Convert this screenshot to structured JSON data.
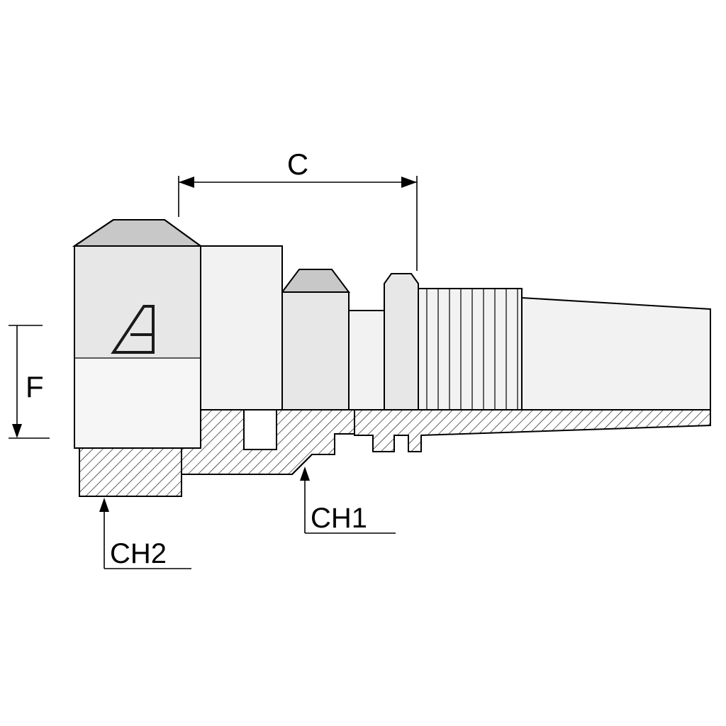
{
  "annotations": {
    "c": "C",
    "f": "F",
    "ch1": "CH1",
    "ch2": "CH2"
  },
  "colors": {
    "background": "#ffffff",
    "outline": "#000000",
    "hatch": "#111111",
    "metal_light": "#f2f2f2",
    "metal_mid": "#e7e7e7",
    "metal_dark": "#c8c8c8",
    "metal_band": "#f6f6f6"
  }
}
